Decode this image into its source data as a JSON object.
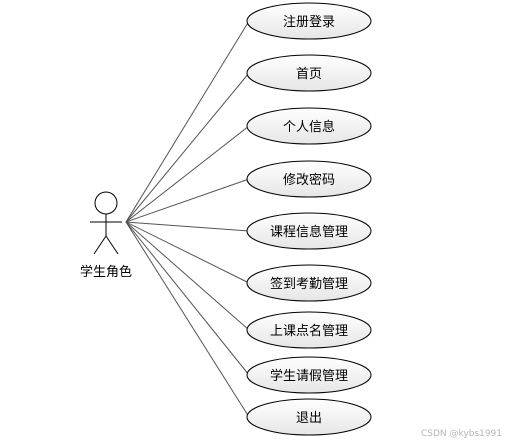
{
  "actor": {
    "label": "学生角色"
  },
  "use_cases": [
    {
      "id": "register-login",
      "label": "注册登录"
    },
    {
      "id": "home",
      "label": "首页"
    },
    {
      "id": "personal-info",
      "label": "个人信息"
    },
    {
      "id": "change-password",
      "label": "修改密码"
    },
    {
      "id": "course-info-management",
      "label": "课程信息管理"
    },
    {
      "id": "attendance-management",
      "label": "签到考勤管理"
    },
    {
      "id": "roll-call-management",
      "label": "上课点名管理"
    },
    {
      "id": "leave-management",
      "label": "学生请假管理"
    },
    {
      "id": "logout",
      "label": "退出"
    }
  ],
  "watermark": "CSDN @kybs1991",
  "colors": {
    "ellipse_fill_top": "#ffffff",
    "ellipse_fill_bottom": "#e6e6e6",
    "stroke": "#000000",
    "line": "#555555"
  }
}
